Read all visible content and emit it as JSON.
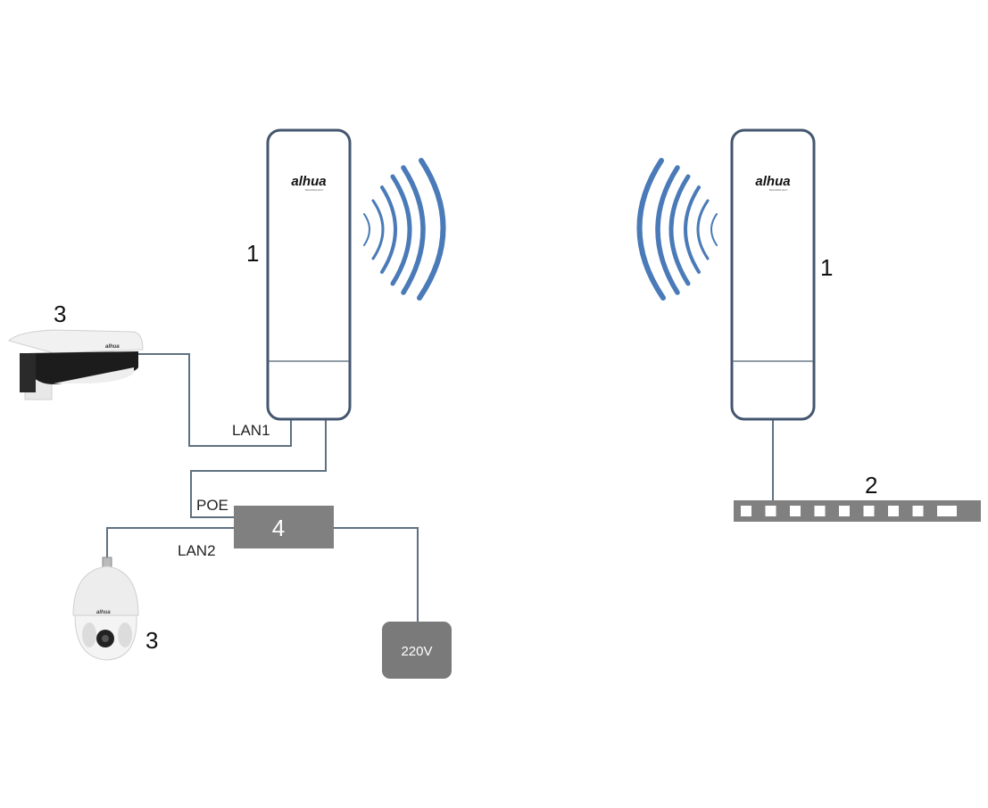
{
  "devices": {
    "cpe_left": {
      "number": "1",
      "brand": "alhua",
      "brand_sub": "TECHNOLOGY"
    },
    "cpe_right": {
      "number": "1",
      "brand": "alhua",
      "brand_sub": "TECHNOLOGY"
    },
    "switch": {
      "number": "2",
      "port_count": 10
    },
    "bullet_camera": {
      "number": "3",
      "brand": "alhua"
    },
    "dome_camera": {
      "number": "3",
      "brand": "alhua"
    },
    "poe_injector": {
      "number": "4"
    },
    "power_source": {
      "label": "220V"
    }
  },
  "ports": {
    "lan1": "LAN1",
    "lan2": "LAN2",
    "poe": "POE"
  },
  "colors": {
    "device_border": "#44566f",
    "wire": "#5f7180",
    "signal_wave": "#4a7ab8",
    "box_gray": "#808080",
    "power_gray": "#7a7a7a"
  }
}
